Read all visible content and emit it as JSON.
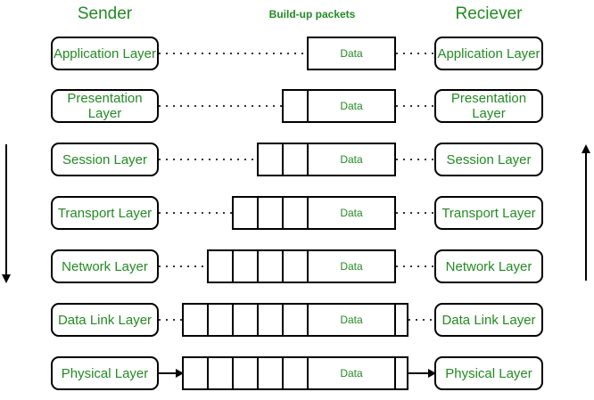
{
  "header": {
    "sender_label": "Sender",
    "packets_label": "Build-up packets",
    "receiver_label": "Reciever"
  },
  "data_label": "Data",
  "layers": [
    {
      "sender": "Application Layer",
      "receiver": "Application Layer",
      "header_cells": 0,
      "trailer_cell": false,
      "connector": "dotted"
    },
    {
      "sender": "Presentation\nLayer",
      "receiver": "Presentation\nLayer",
      "header_cells": 1,
      "trailer_cell": false,
      "connector": "dotted"
    },
    {
      "sender": "Session Layer",
      "receiver": "Session Layer",
      "header_cells": 2,
      "trailer_cell": false,
      "connector": "dotted"
    },
    {
      "sender": "Transport Layer",
      "receiver": "Transport Layer",
      "header_cells": 3,
      "trailer_cell": false,
      "connector": "dotted"
    },
    {
      "sender": "Network Layer",
      "receiver": "Network Layer",
      "header_cells": 4,
      "trailer_cell": false,
      "connector": "dotted"
    },
    {
      "sender": "Data Link Layer",
      "receiver": "Data Link Layer",
      "header_cells": 5,
      "trailer_cell": true,
      "connector": "dotted"
    },
    {
      "sender": "Physical Layer",
      "receiver": "Physical Layer",
      "header_cells": 5,
      "trailer_cell": true,
      "connector": "arrow"
    }
  ],
  "flow": {
    "sender_direction": "down",
    "receiver_direction": "up"
  },
  "colors": {
    "text_green": "#228B22",
    "line_black": "#000000",
    "dot_gray": "#333333",
    "background": "#ffffff"
  }
}
